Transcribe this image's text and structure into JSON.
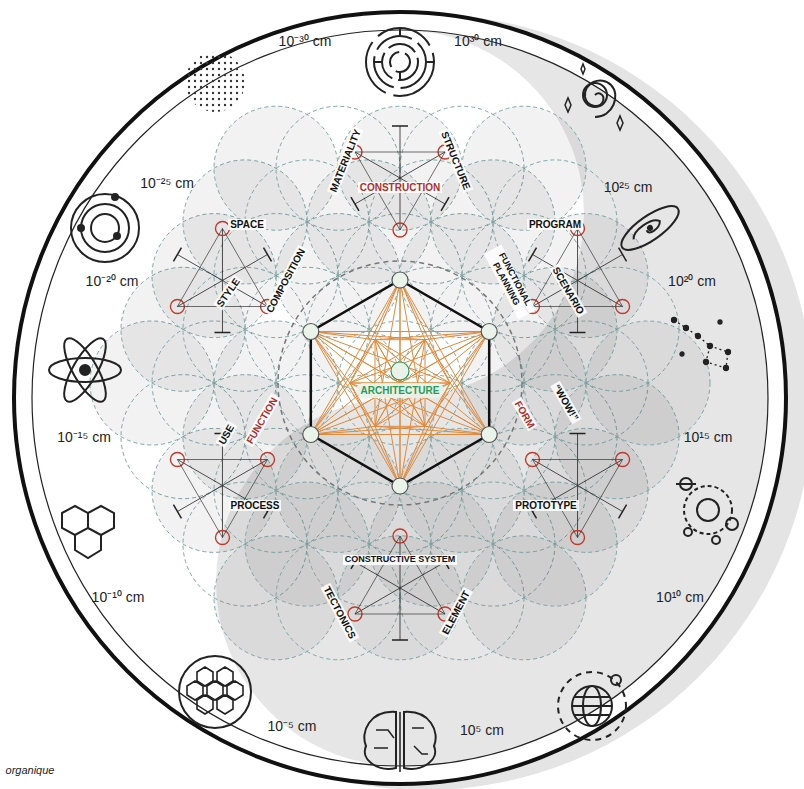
{
  "diagram": {
    "nodes": [
      {
        "text": [
          "ARCHITECTURE"
        ]
      }
    ],
    "labels": [
      "10⁻³⁰ cm",
      "10³⁰ cm",
      "10⁻²⁵ cm",
      "10²⁵ cm",
      "10⁻²⁰ cm",
      "10²⁰ cm",
      "10⁻¹⁵ cm",
      "10¹⁵ cm",
      "10⁻¹⁰ cm",
      "10¹⁰ cm",
      "10⁻⁵ cm",
      "10⁵ cm",
      "MATERIALITY",
      "STRUCTURE",
      "CONSTRUCTION",
      "SPACE",
      "STYLE",
      "COMPOSITION",
      "PROGRAM",
      "FUNCTIONAL PLANNING",
      "SCENARIO",
      "USE",
      "FUNCTION",
      "PROCESS",
      "FORM",
      "“WOW!”",
      "PROTOTYPE",
      "CONSTRUCTIVE SYSTEM",
      "TECTONICS",
      "ELEMENT",
      "organique"
    ]
  }
}
